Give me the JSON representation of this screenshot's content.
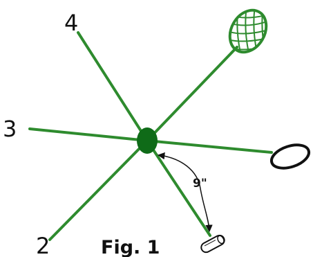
{
  "labels": {
    "position_4": "4",
    "position_3": "3",
    "position_2": "2"
  },
  "angle_label": "9\"",
  "caption": "Fig. 1",
  "colors": {
    "lines": "#2e8b2e",
    "hub": "#0f6b18",
    "outlines": "#111111",
    "background": "#ffffff"
  },
  "icons": [
    "mesh-oval-icon",
    "ring-icon",
    "small-tube-icon",
    "curved-arrow-icon"
  ]
}
